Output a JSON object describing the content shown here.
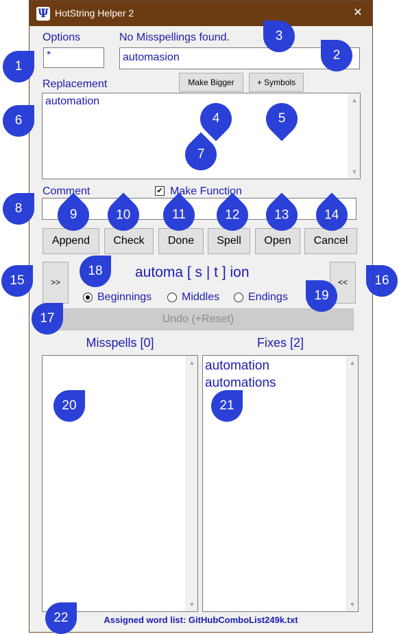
{
  "window": {
    "title": "HotString Helper 2",
    "icon_glyph": "Ψ",
    "close_glyph": "✕"
  },
  "options": {
    "label": "Options",
    "value": "*"
  },
  "trigger": {
    "status": "No Misspellings found.",
    "value": "automasion"
  },
  "replacement": {
    "label": "Replacement",
    "value": "automation"
  },
  "buttons": {
    "make_bigger": "Make Bigger",
    "symbols": "+ Symbols",
    "append": "Append",
    "check": "Check",
    "done": "Done",
    "spell": "Spell",
    "open": "Open",
    "cancel": "Cancel",
    "shift_right": ">>",
    "shift_left": "<<",
    "undo": "Undo (+Reset)"
  },
  "comment": {
    "label": "Comment",
    "value": ""
  },
  "make_function": {
    "label": "Make Function",
    "checked": true,
    "check_glyph": "✔"
  },
  "word_view": {
    "text": "automa [ s | t ] ion"
  },
  "radios": [
    {
      "label": "Beginnings",
      "selected": true
    },
    {
      "label": "Middles",
      "selected": false
    },
    {
      "label": "Endings",
      "selected": false
    }
  ],
  "misspells": {
    "header": "Misspells [0]",
    "items": []
  },
  "fixes": {
    "header": "Fixes [2]",
    "items": [
      "automation",
      "automations"
    ]
  },
  "footer": {
    "text": "Assigned word list: GitHubComboList249k.txt"
  },
  "scroll_glyphs": {
    "up": "▲",
    "down": "▼"
  },
  "markers": [
    "1",
    "2",
    "3",
    "4",
    "5",
    "6",
    "7",
    "8",
    "9",
    "10",
    "11",
    "12",
    "13",
    "14",
    "15",
    "16",
    "17",
    "18",
    "19",
    "20",
    "21",
    "22"
  ],
  "colors": {
    "title_bar": "#6b3c12",
    "label_text": "#1c1cae",
    "marker": "#2a40d6"
  }
}
